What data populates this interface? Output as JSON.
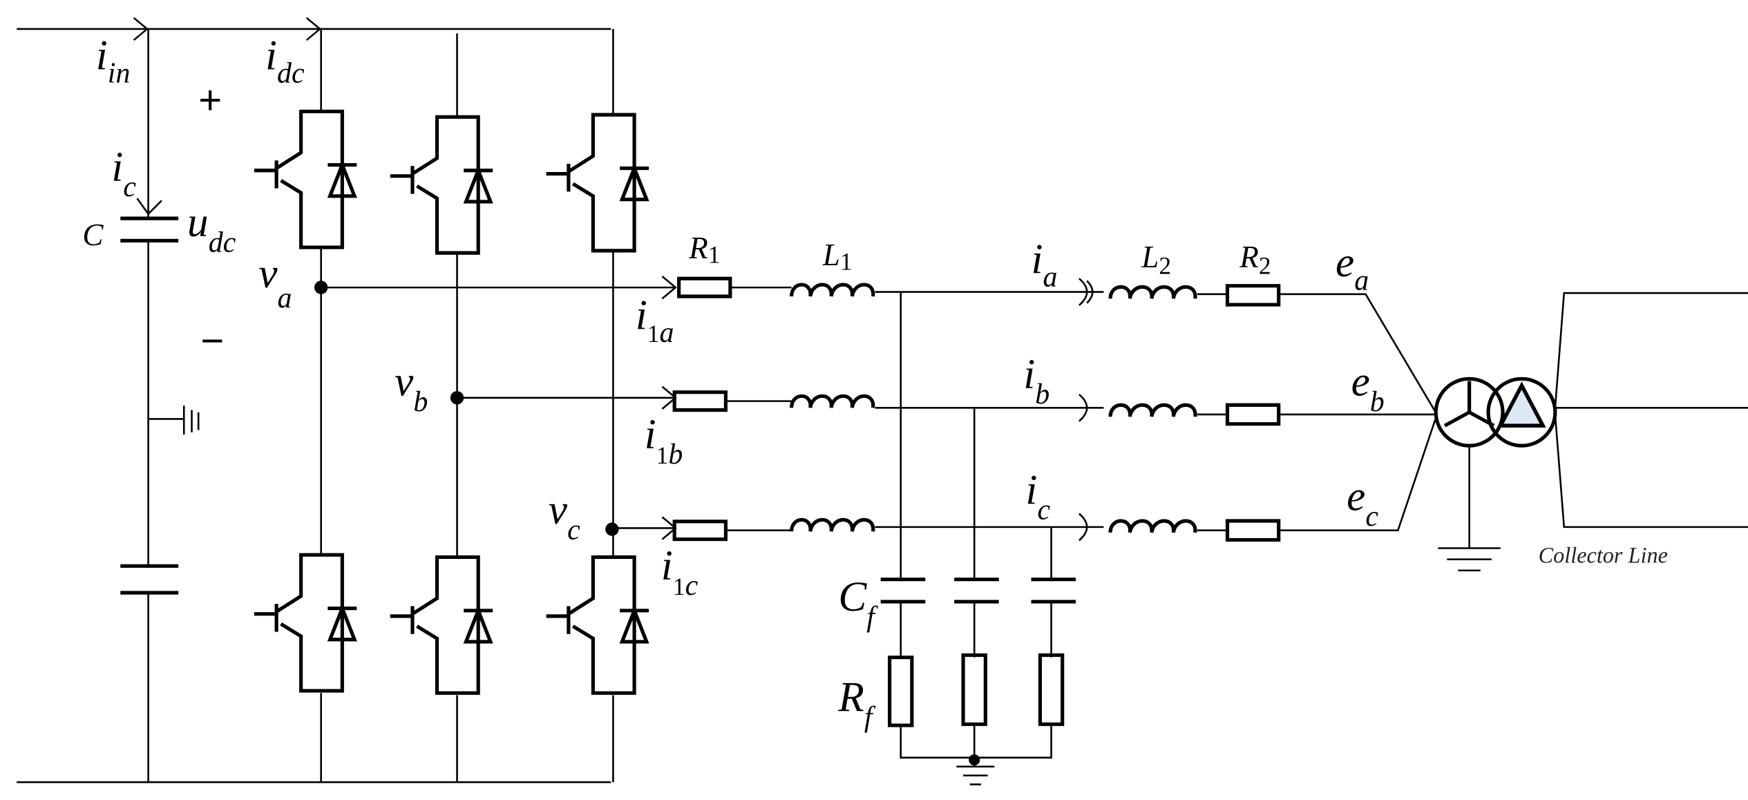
{
  "title": "Grid-connected three-phase inverter with LCL filter",
  "labels": {
    "i_in": {
      "main": "i",
      "sub": "in"
    },
    "i_dc": {
      "main": "i",
      "sub": "dc"
    },
    "i_c": {
      "main": "i",
      "sub": "c"
    },
    "C": "C",
    "u_dc": {
      "main": "u",
      "sub": "dc"
    },
    "plus": "+",
    "minus": "−",
    "v_a": {
      "main": "v",
      "sub": "a"
    },
    "v_b": {
      "main": "v",
      "sub": "b"
    },
    "v_c": {
      "main": "v",
      "sub": "c"
    },
    "i_1a": {
      "main": "i",
      "num": "1",
      "sub": "a"
    },
    "i_1b": {
      "main": "i",
      "num": "1",
      "sub": "b"
    },
    "i_1c": {
      "main": "i",
      "num": "1",
      "sub": "c"
    },
    "R1": {
      "main": "R",
      "num": "1"
    },
    "L1": {
      "main": "L",
      "num": "1"
    },
    "L2": {
      "main": "L",
      "num": "2"
    },
    "R2": {
      "main": "R",
      "num": "2"
    },
    "i_a": {
      "main": "i",
      "sub": "a"
    },
    "i_b": {
      "main": "i",
      "sub": "b"
    },
    "i_c2": {
      "main": "i",
      "sub": "c"
    },
    "e_a": {
      "main": "e",
      "sub": "a"
    },
    "e_b": {
      "main": "e",
      "sub": "b"
    },
    "e_c": {
      "main": "e",
      "sub": "c"
    },
    "C_f": {
      "main": "C",
      "sub": "f"
    },
    "R_f": {
      "main": "R",
      "sub": "f"
    },
    "collector_line": "Collector Line"
  },
  "colors": {
    "line": "#000000",
    "delta_fill": "#dde8f5"
  }
}
